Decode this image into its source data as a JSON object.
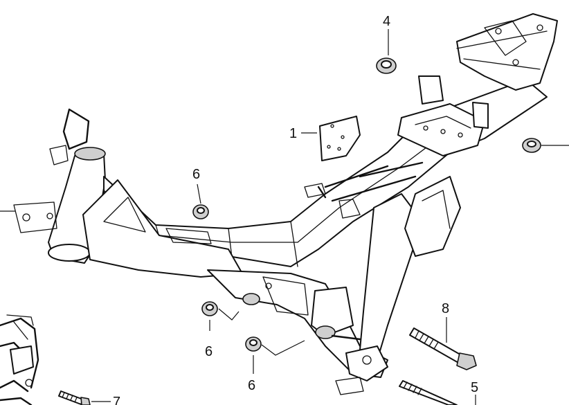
{
  "callouts": {
    "c1": "1",
    "c4": "4",
    "c5": "5",
    "c6a": "6",
    "c6b": "6",
    "c6c": "6",
    "c7": "7",
    "c8": "8"
  }
}
